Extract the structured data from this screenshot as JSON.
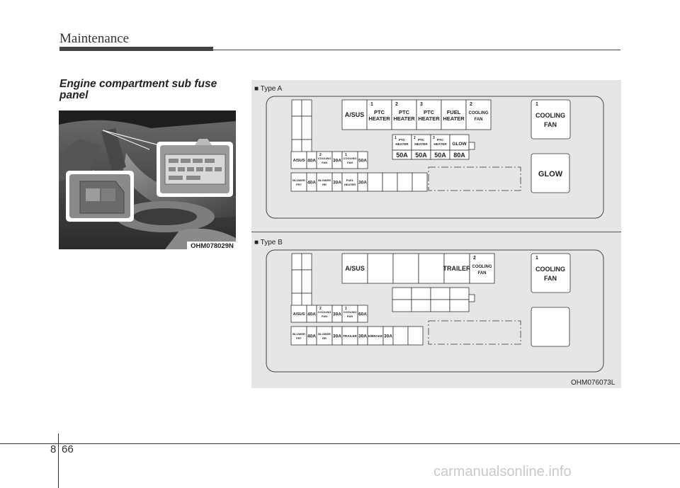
{
  "header": {
    "title": "Maintenance"
  },
  "section": {
    "title": "Engine compartment sub fuse panel"
  },
  "photo": {
    "code": "OHM078029N"
  },
  "diagram": {
    "code": "OHM076073L",
    "type_a": {
      "label": "■ Type A",
      "big_fuses": [
        {
          "label": "A/SUS"
        },
        {
          "num": "1",
          "line1": "PTC",
          "line2": "HEATER"
        },
        {
          "num": "2",
          "line1": "PTC",
          "line2": "HEATER"
        },
        {
          "num": "3",
          "line1": "PTC",
          "line2": "HEATER"
        },
        {
          "line1": "FUEL",
          "line2": "HEATER"
        },
        {
          "num": "2",
          "line1": "COOLING",
          "line2": "FAN"
        }
      ],
      "cooling_fan": {
        "num": "1",
        "line1": "COOLING",
        "line2": "FAN"
      },
      "mid_fuses": [
        {
          "num": "1",
          "line1": "PTC",
          "line2": "HEATER",
          "rating": "50A"
        },
        {
          "num": "2",
          "line1": "PTC",
          "line2": "HEATER",
          "rating": "50A"
        },
        {
          "num": "3",
          "line1": "PTC",
          "line2": "HEATER",
          "rating": "50A"
        },
        {
          "line1": "GLOW",
          "rating": "80A"
        }
      ],
      "glow": "GLOW",
      "row1": [
        {
          "label": "A/SUS",
          "rating": "40A"
        },
        {
          "num": "2",
          "line1": "COOLING",
          "line2": "FAN",
          "rating": "30A"
        },
        {
          "num": "1",
          "line1": "COOLING",
          "line2": "FAN",
          "rating": "50A"
        }
      ],
      "row2": [
        {
          "line1": "BLOWER",
          "line2": "FRT",
          "rating": "40A"
        },
        {
          "line1": "BLOWER",
          "line2": "RR",
          "rating": "30A"
        },
        {
          "line1": "FUEL",
          "line2": "HEATER",
          "rating": "30A"
        }
      ]
    },
    "type_b": {
      "label": "■ Type B",
      "big_fuses": [
        {
          "label": "A/SUS"
        },
        {
          "label": "TRAILER"
        },
        {
          "num": "2",
          "line1": "COOLING",
          "line2": "FAN"
        }
      ],
      "cooling_fan": {
        "num": "1",
        "line1": "COOLING",
        "line2": "FAN"
      },
      "row1": [
        {
          "label": "A/SUS",
          "rating": "40A"
        },
        {
          "num": "2",
          "line1": "COOLING",
          "line2": "FAN",
          "rating": "30A"
        },
        {
          "num": "1",
          "line1": "COOLING",
          "line2": "FAN",
          "rating": "60A"
        }
      ],
      "row2": [
        {
          "line1": "BLOWER",
          "line2": "FRT",
          "rating": "40A"
        },
        {
          "line1": "BLOWER",
          "line2": "RR",
          "rating": "30A"
        },
        {
          "label": "TRAILER",
          "rating": "30A"
        },
        {
          "label": "E/BRAKE",
          "rating": "30A"
        }
      ]
    }
  },
  "footer": {
    "chapter": "8",
    "page": "66",
    "watermark": "carmanualsonline.info"
  }
}
